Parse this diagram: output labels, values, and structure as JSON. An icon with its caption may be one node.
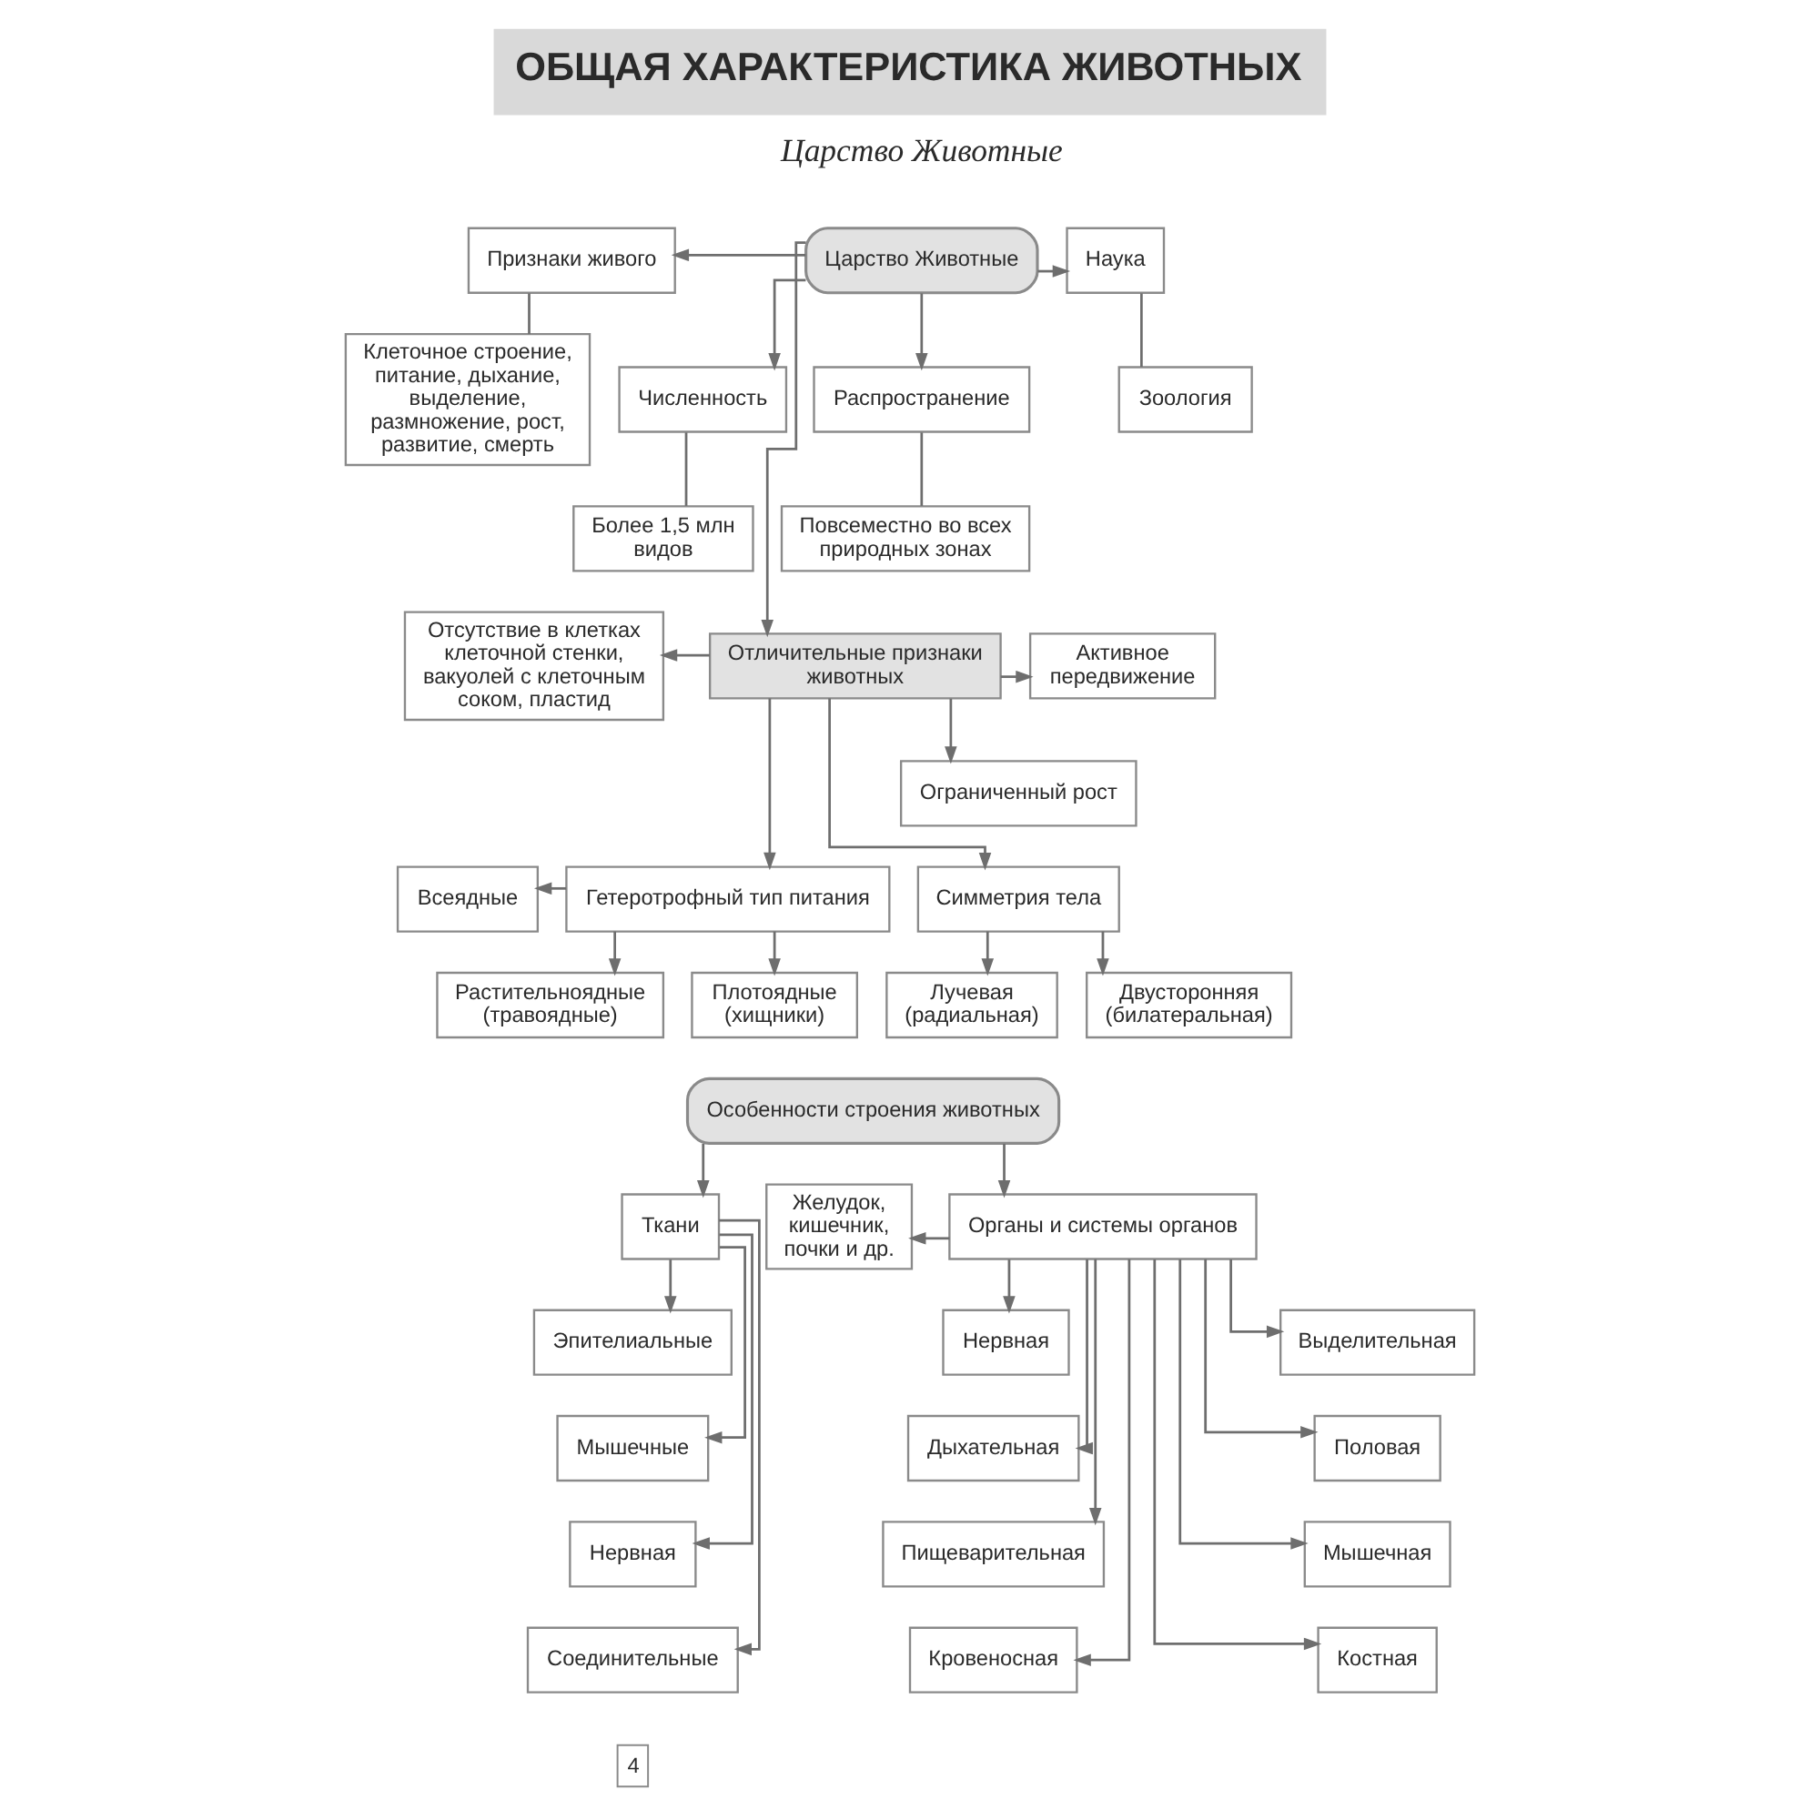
{
  "diagram": {
    "title": "ОБЩАЯ ХАРАКТЕРИСТИКА ЖИВОТНЫХ",
    "nodes": [
      {
        "text": [
          "Царство Животные"
        ]
      },
      {
        "text": [
          "Признаки живого"
        ]
      },
      {
        "text": [
          "Клеточное строение, питание, дыхание, выделение, размножение, рост, развитие, смерть"
        ]
      },
      {
        "text": [
          "Численность"
        ]
      },
      {
        "text": [
          "Более 1,5 млн видов"
        ]
      },
      {
        "text": [
          "Распространение"
        ]
      },
      {
        "text": [
          "Повсеместно во всех природных зонах"
        ]
      },
      {
        "text": [
          "Наука"
        ]
      },
      {
        "text": [
          "Зоология"
        ]
      },
      {
        "text": [
          "Отличительные признаки животных"
        ]
      },
      {
        "text": [
          "Отсутствие в клетках клеточной стенки, вакуолей с клеточным соком, пластид"
        ]
      },
      {
        "text": [
          "Активное передвижение"
        ]
      },
      {
        "text": [
          "Ограниченный рост"
        ]
      },
      {
        "text": [
          "Гетеротрофный тип питания"
        ]
      },
      {
        "text": [
          "Всеядные"
        ]
      },
      {
        "text": [
          "Растительноядные (травоядные)"
        ]
      },
      {
        "text": [
          "Плотоядные (хищники)"
        ]
      },
      {
        "text": [
          "Симметрия тела"
        ]
      },
      {
        "text": [
          "Лучевая (радиальная)"
        ]
      },
      {
        "text": [
          "Двусторонняя (билатеральная)"
        ]
      },
      {
        "text": [
          "Особенности строения животных"
        ]
      },
      {
        "text": [
          "Ткани"
        ]
      },
      {
        "text": [
          "Эпителиальные"
        ]
      },
      {
        "text": [
          "Мышечные"
        ]
      },
      {
        "text": [
          "Нервная"
        ]
      },
      {
        "text": [
          "Соединительные"
        ]
      },
      {
        "text": [
          "Желудок, кишечник, почки и др."
        ]
      },
      {
        "text": [
          "Органы и системы органов"
        ]
      },
      {
        "text": [
          "Выделительная"
        ]
      },
      {
        "text": [
          "Нервная"
        ]
      },
      {
        "text": [
          "Половая"
        ]
      },
      {
        "text": [
          "Дыхательная"
        ]
      },
      {
        "text": [
          "Мышечная"
        ]
      },
      {
        "text": [
          "Пищеварительная"
        ]
      },
      {
        "text": [
          "Костная"
        ]
      },
      {
        "text": [
          "Кровеносная"
        ]
      }
    ],
    "edges": [
      {
        "from": 0,
        "to": 1,
        "arrow": "to"
      },
      {
        "from": 0,
        "to": 7,
        "arrow": "to"
      },
      {
        "from": 0,
        "to": 3,
        "arrow": "to"
      },
      {
        "from": 0,
        "to": 5,
        "arrow": "to"
      },
      {
        "from": 0,
        "to": 9,
        "arrow": "to"
      },
      {
        "from": 1,
        "to": 2,
        "arrow": "none"
      },
      {
        "from": 3,
        "to": 4,
        "arrow": "none"
      },
      {
        "from": 5,
        "to": 6,
        "arrow": "none"
      },
      {
        "from": 7,
        "to": 8,
        "arrow": "none"
      },
      {
        "from": 9,
        "to": 10,
        "arrow": "to"
      },
      {
        "from": 9,
        "to": 11,
        "arrow": "to"
      },
      {
        "from": 9,
        "to": 12,
        "arrow": "to"
      },
      {
        "from": 9,
        "to": 13,
        "arrow": "to"
      },
      {
        "from": 9,
        "to": 17,
        "arrow": "to"
      },
      {
        "from": 13,
        "to": 14,
        "arrow": "to"
      },
      {
        "from": 13,
        "to": 15,
        "arrow": "to"
      },
      {
        "from": 13,
        "to": 16,
        "arrow": "to"
      },
      {
        "from": 17,
        "to": 18,
        "arrow": "to"
      },
      {
        "from": 17,
        "to": 19,
        "arrow": "to"
      },
      {
        "from": 20,
        "to": 21,
        "arrow": "to"
      },
      {
        "from": 20,
        "to": 27,
        "arrow": "to"
      },
      {
        "from": 21,
        "to": 22,
        "arrow": "to"
      },
      {
        "from": 21,
        "to": 23,
        "arrow": "to"
      },
      {
        "from": 21,
        "to": 24,
        "arrow": "to"
      },
      {
        "from": 21,
        "to": 25,
        "arrow": "to"
      },
      {
        "from": 27,
        "to": 26,
        "arrow": "to"
      },
      {
        "from": 27,
        "to": 28,
        "arrow": "to"
      },
      {
        "from": 27,
        "to": 29,
        "arrow": "to"
      },
      {
        "from": 27,
        "to": 30,
        "arrow": "to"
      },
      {
        "from": 27,
        "to": 31,
        "arrow": "to"
      },
      {
        "from": 27,
        "to": 32,
        "arrow": "to"
      },
      {
        "from": 27,
        "to": 33,
        "arrow": "to"
      },
      {
        "from": 27,
        "to": 34,
        "arrow": "to"
      },
      {
        "from": 27,
        "to": 35,
        "arrow": "to"
      }
    ],
    "labels": [
      "Царство Животные",
      "4"
    ]
  }
}
